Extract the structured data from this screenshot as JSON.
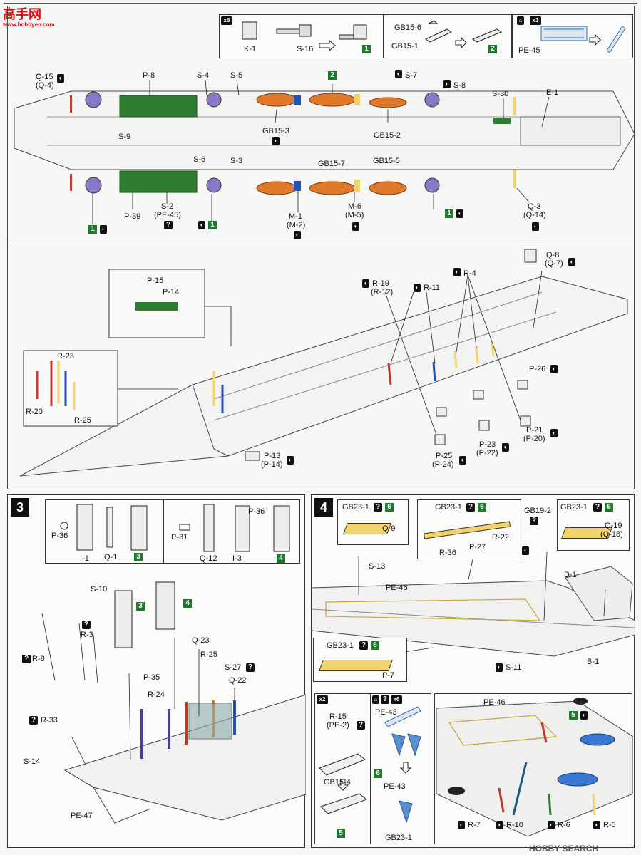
{
  "watermark_top": {
    "brand_cn": "高",
    "brand_mid": "手",
    "brand_end": "网",
    "url": "www.hobbyen.com"
  },
  "watermark_bottom": {
    "text": "HOBBY SEARCH"
  },
  "top_row": {
    "panel_a": {
      "qty": "x6",
      "labels": [
        "K-1",
        "S-16"
      ],
      "badge": "1"
    },
    "panel_b": {
      "labels": [
        "GB15-6",
        "GB15-1"
      ],
      "badge": "2"
    },
    "panel_c": {
      "qty": "x3",
      "labels": [
        "PE-45"
      ]
    }
  },
  "deck_top": {
    "labels": {
      "q15": "Q-15",
      "q4": "(Q-4)",
      "p8": "P-8",
      "s4": "S-4",
      "s5": "S-5",
      "s7": "S-7",
      "s8": "S-8",
      "s30": "S-30",
      "e1": "E-1",
      "s9": "S-9",
      "gb153": "GB15-3",
      "gb152": "GB15-2",
      "s6": "S-6",
      "s3": "S-3",
      "gb157": "GB15-7",
      "gb155": "GB15-5",
      "p39": "P-39",
      "s2": "S-2",
      "pe45": "(PE-45)",
      "m1": "M-1",
      "m2": "(M-2)",
      "m6": "M-6",
      "m5": "(M-5)",
      "q3": "Q-3",
      "q14": "(Q-14)"
    },
    "badges": {
      "two": "2",
      "one_a": "1",
      "one_b": "1",
      "one_c": "1",
      "q": "?"
    }
  },
  "hull_iso": {
    "labels": {
      "q8": "Q-8",
      "q7": "(Q-7)",
      "r4": "R-4",
      "r19": "R-19",
      "r12": "(R-12)",
      "r11": "R-11",
      "p15": "P-15",
      "p14": "P-14",
      "r23": "R-23",
      "r20": "R-20",
      "r25": "R-25",
      "p26": "P-26",
      "p13": "P-13",
      "p14b": "(P-14)",
      "p25": "P-25",
      "p24": "(P-24)",
      "p23": "P-23",
      "p22": "(P-22)",
      "p21": "P-21",
      "p20": "(P-20)"
    }
  },
  "step3": {
    "num": "3",
    "inset_a": {
      "labels": [
        "P-36",
        "I-1",
        "Q-1"
      ],
      "badge": "3"
    },
    "inset_b": {
      "labels": [
        "P-31",
        "Q-12",
        "I-3",
        "P-36"
      ],
      "badge": "4"
    },
    "labels": {
      "s10": "S-10",
      "r3": "R-3",
      "r8": "R-8",
      "p35": "P-35",
      "q23": "Q-23",
      "r25": "R-25",
      "s27": "S-27",
      "q22": "Q-22",
      "r24": "R-24",
      "r33": "R-33",
      "s14": "S-14",
      "pe47": "PE-47"
    },
    "badges": {
      "three": "3",
      "four": "4"
    }
  },
  "step4": {
    "num": "4",
    "labels": {
      "gb231a": "GB23-1",
      "q9": "Q-9",
      "gb231b": "GB23-1",
      "r22": "R-22",
      "r36": "R-36",
      "p27": "P-27",
      "gb192": "GB19-2",
      "gb231c": "GB23-1",
      "q19": "Q-19",
      "q18": "(Q-18)",
      "d1": "D-1",
      "s13": "S-13",
      "pe46": "PE-46",
      "gb231d": "GB23-1",
      "p7": "P-7",
      "s11": "S-11",
      "b1": "B-1",
      "r15": "R-15",
      "pe2": "(PE-2)",
      "gb154": "GB15-4",
      "pe43a": "PE-43",
      "pe43b": "PE-43",
      "gb231e": "GB23-1",
      "pe46b": "PE-46",
      "r7": "R-7",
      "r10": "R-10",
      "r6": "R-6",
      "r5": "R-5"
    },
    "qty": {
      "x2": "x2",
      "x6": "x6"
    },
    "badges": {
      "six_a": "6",
      "six_b": "6",
      "six_c": "6",
      "six_d": "6",
      "five_a": "5",
      "five_b": "5",
      "six_e": "6"
    }
  },
  "colors": {
    "green": "#2f7d32",
    "purple": "#8a78c8",
    "orange": "#e07a2a",
    "yellow": "#f2d46b",
    "blue": "#2451b8",
    "red": "#c0392b"
  }
}
